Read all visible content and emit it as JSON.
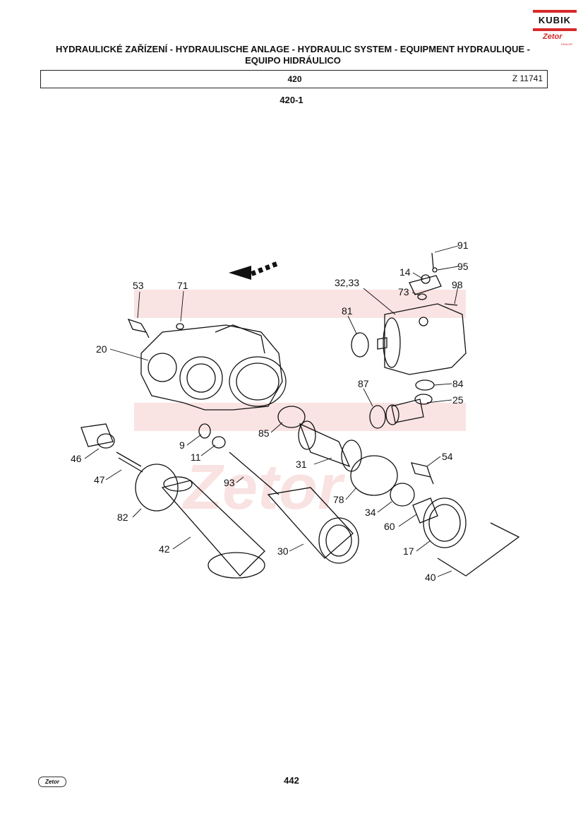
{
  "logo": {
    "brand": "KUBIK",
    "sub_brand": "Zetor",
    "sub_text": "DEALER"
  },
  "title": {
    "line1": "HYDRAULICKÉ ZAŘÍZENÍ - HYDRAULISCHE ANLAGE - HYDRAULIC SYSTEM - EQUIPMENT HYDRAULIQUE -",
    "line2": "EQUIPO HIDRÁULICO"
  },
  "header": {
    "group_code": "420",
    "reference": "Z 11741"
  },
  "subtitle": "420-1",
  "callouts": {
    "c91": "91",
    "c95": "95",
    "c14": "14",
    "c98": "98",
    "c53": "53",
    "c71": "71",
    "c3233": "32,33",
    "c73": "73",
    "c81": "81",
    "c20": "20",
    "c84": "84",
    "c87": "87",
    "c25": "25",
    "c85": "85",
    "c9": "9",
    "c46": "46",
    "c11": "11",
    "c31": "31",
    "c54": "54",
    "c47": "47",
    "c93": "93",
    "c78": "78",
    "c34": "34",
    "c82": "82",
    "c60": "60",
    "c42": "42",
    "c30": "30",
    "c17": "17",
    "c40": "40"
  },
  "footer": {
    "page_number": "442",
    "brand": "Zetor"
  }
}
